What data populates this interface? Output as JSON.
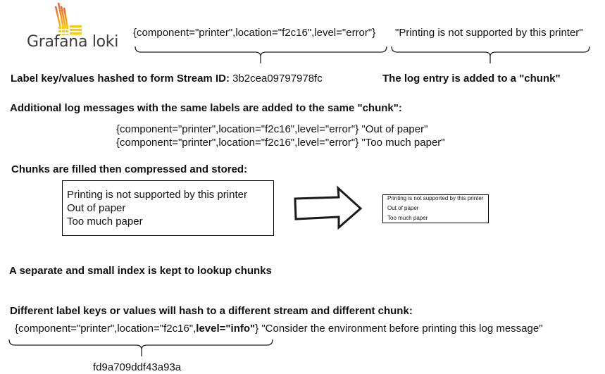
{
  "logo": {
    "text": "Grafana loki",
    "colors": {
      "orange": "#f05a28",
      "yellow": "#fbca0a",
      "text": "#3d3d3d"
    }
  },
  "stream_example": {
    "labels": "{component=\"printer\",location=\"f2c16\",level=\"error\"}",
    "message": "\"Printing is not supported by this printer\""
  },
  "stream_id": {
    "label": "Label key/values hashed to form Stream ID:",
    "value": "3b2cea09797978fc"
  },
  "chunk_note": "The log entry is added to a \"chunk\"",
  "additional": {
    "heading": "Additional log messages with the same labels are added to the same \"chunk\":",
    "lines": [
      "{component=\"printer\",location=\"f2c16\",level=\"error\"} \"Out of paper\"",
      "{component=\"printer\",location=\"f2c16\",level=\"error\"} \"Too much paper\""
    ]
  },
  "chunks": {
    "heading": "Chunks are filled then compressed and stored:",
    "entries": [
      "Printing is not supported by this printer",
      "Out of paper",
      "Too much paper"
    ],
    "arrow_icon": "right-arrow-outline"
  },
  "index_note": "A separate and small index is kept to lookup chunks",
  "different": {
    "heading": "Different label keys or values will hash to a different stream and different chunk:",
    "labels_prefix": "{component=\"printer\",location=\"f2c16\",",
    "labels_changed": "level=\"info\"",
    "labels_suffix": "}",
    "message": " \"Consider the environment before printing this log message\"",
    "hash": "fd9a709ddf43a93a"
  }
}
